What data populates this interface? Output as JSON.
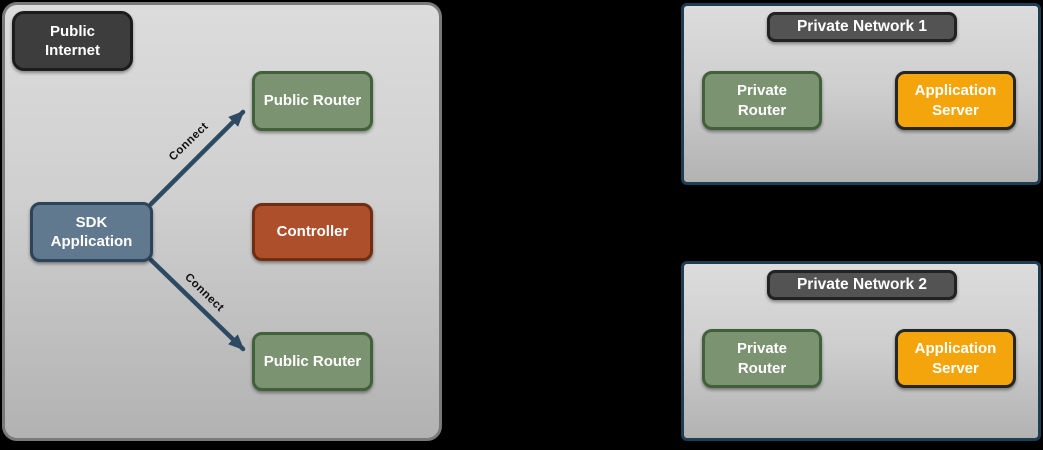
{
  "colors": {
    "background": "#000000",
    "zone_fill_top": "#dcdcdc",
    "zone_fill_bottom": "#b2b2b2",
    "zone_border": "#7a7a7a",
    "network_border": "#1d3d52",
    "internet_badge_fill": "#3d3d3d",
    "internet_badge_border": "#1c1c1c",
    "network_badge_fill": "#535353",
    "network_badge_border": "#222222",
    "router_fill": "#7b9370",
    "router_border": "#42613b",
    "sdk_fill": "#61798f",
    "sdk_border": "#2d4358",
    "controller_fill": "#ad4f2b",
    "controller_border": "#6f2e11",
    "server_fill": "#f4a50c",
    "server_border": "#262626",
    "arrow": "#2e4a63",
    "connect_text": "#111111",
    "node_text": "#ffffff"
  },
  "public_internet": {
    "title": "Public Internet",
    "nodes": {
      "public_router_top": "Public Router",
      "controller": "Controller",
      "sdk_application": "SDK Application",
      "public_router_bottom": "Public Router"
    },
    "connections": {
      "top_label": "Connect",
      "bottom_label": "Connect"
    }
  },
  "private_network_1": {
    "title": "Private Network 1",
    "nodes": {
      "private_router": "Private Router",
      "application_server": "Application Server"
    }
  },
  "private_network_2": {
    "title": "Private Network 2",
    "nodes": {
      "private_router": "Private Router",
      "application_server": "Application Server"
    }
  }
}
